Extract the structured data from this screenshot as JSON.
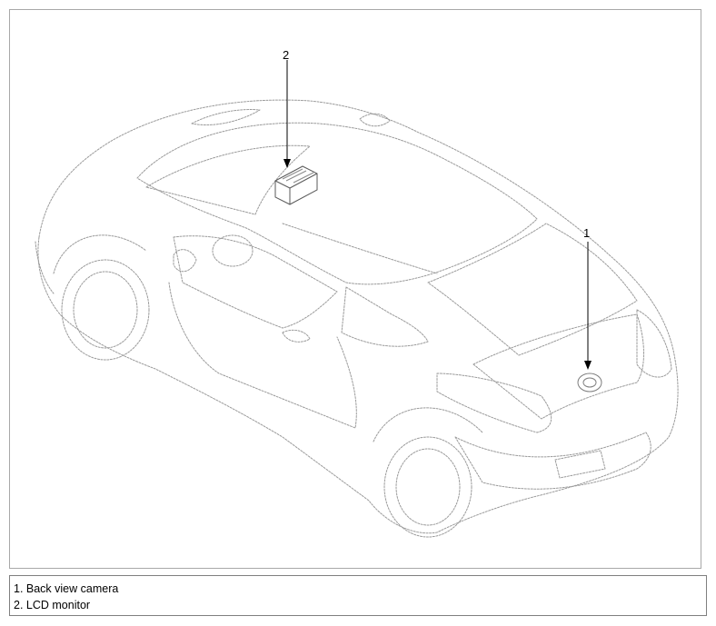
{
  "callouts": [
    {
      "number": "1",
      "label": "Back view camera"
    },
    {
      "number": "2",
      "label": "LCD monitor"
    }
  ],
  "legend": {
    "items": [
      "1. Back view camera",
      "2. LCD monitor"
    ]
  },
  "colors": {
    "line_art": "#9a9a9a",
    "leader": "#000000",
    "frame_border": "#a8a8a8",
    "legend_border": "#7f7f7f"
  }
}
